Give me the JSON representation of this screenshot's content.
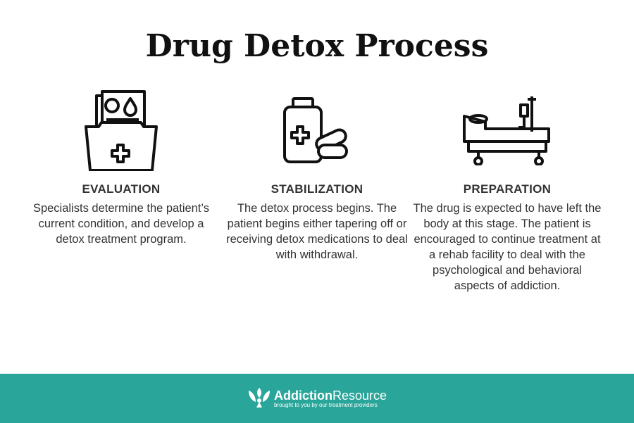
{
  "title": "Drug Detox Process",
  "steps": [
    {
      "heading": "EVALUATION",
      "text": "Specialists determine the patient’s current condition, and develop a detox treatment program.",
      "icon": "medical-folder-icon"
    },
    {
      "heading": "STABILIZATION",
      "text": "The detox process begins. The patient begins either tapering off or receiving detox medications to deal with withdrawal.",
      "icon": "medicine-bottle-icon"
    },
    {
      "heading": "PREPARATION",
      "text": "The drug is expected to have left the body at this stage. The patient is encouraged to continue treatment at a rehab facility to deal with the psychological and behavioral aspects of addiction.",
      "icon": "hospital-bed-icon"
    }
  ],
  "footer": {
    "brand_a": "Addiction",
    "brand_b": "Resource",
    "tagline": "brought to you by our treatment providers",
    "color": "#2aa59a"
  }
}
